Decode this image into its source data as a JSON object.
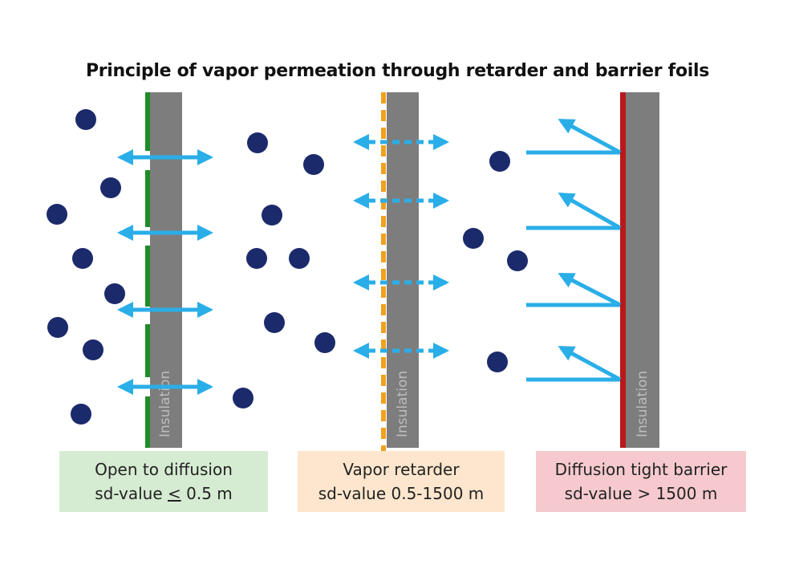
{
  "title": "Principle of vapor permeation through retarder and barrier foils",
  "insulation_label": "Insulation",
  "panels": [
    {
      "name": "open",
      "line1": "Open to diffusion",
      "line2_prefix": "sd-value ",
      "line2_symbol": "<",
      "line2_suffix": " 0.5 m"
    },
    {
      "name": "retarder",
      "line1": "Vapor retarder",
      "line2": "sd-value 0.5-1500 m"
    },
    {
      "name": "barrier",
      "line1": "Diffusion tight barrier",
      "line2": "sd-value > 1500 m"
    }
  ],
  "colors": {
    "insulation": "#7d7d7d",
    "open_foil": "#1e8c27",
    "retarder_foil": "#f0a11e",
    "barrier_foil": "#b8181a",
    "molecule": "#1b2a6b",
    "arrow": "#2aaee8"
  },
  "icons": {
    "molecule": "filled-circle",
    "arrow": "double-headed-arrow"
  }
}
